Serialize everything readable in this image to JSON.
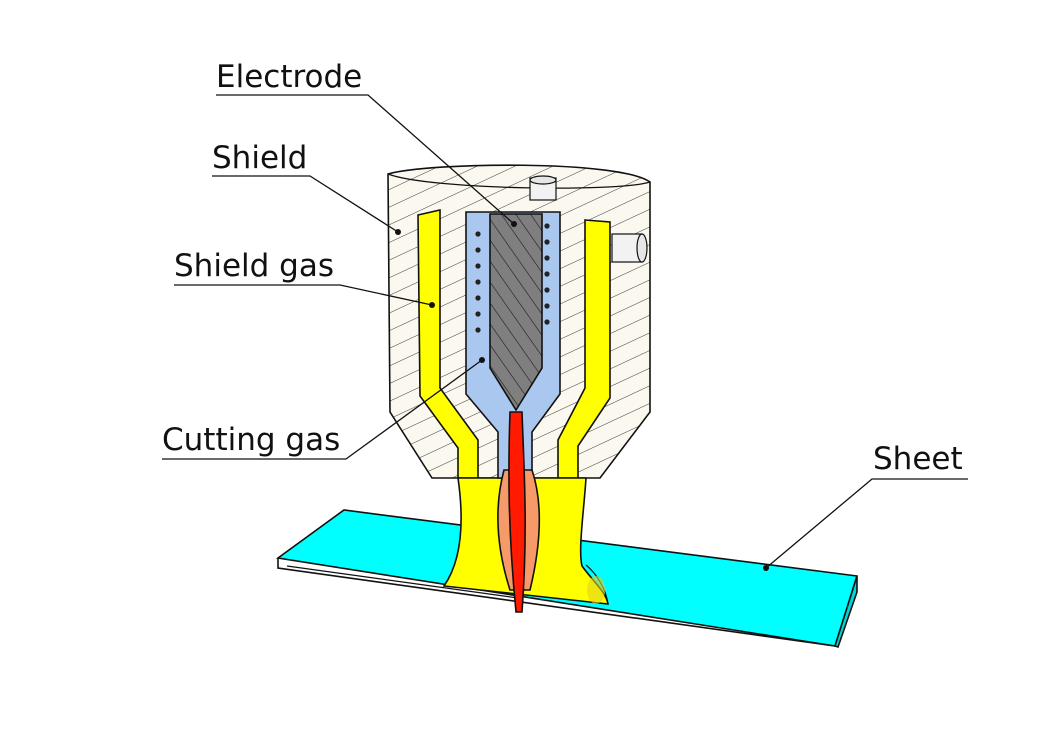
{
  "labels": {
    "electrode": "Electrode",
    "shield": "Shield",
    "shield_gas": "Shield gas",
    "cutting_gas": "Cutting gas",
    "sheet": "Sheet"
  },
  "colors": {
    "shield_body": "#fbf8f0",
    "shield_gas": "#ffff00",
    "cutting_gas_channel": "#a9c7ef",
    "electrode": "#7f7f7f",
    "arc_core": "#ff1a00",
    "arc_outer": "#f79a6a",
    "sheet": "#00ffff"
  }
}
